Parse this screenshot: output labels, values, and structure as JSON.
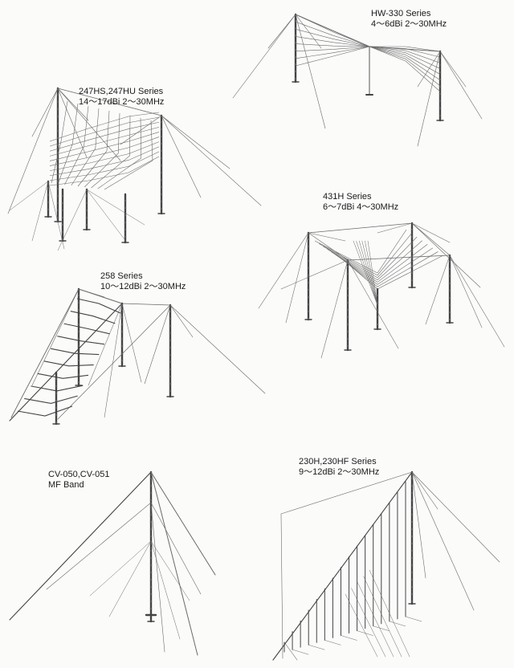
{
  "antennas": [
    {
      "id": "hw330",
      "series": "HW-330 Series",
      "spec": "4～6dBi 2～30MHz"
    },
    {
      "id": "s247",
      "series": "247HS,247HU Series",
      "spec": "14～17dBi 2～30MHz"
    },
    {
      "id": "s431",
      "series": "431H Series",
      "spec": "6～7dBi 4～30MHz"
    },
    {
      "id": "s258",
      "series": "258 Series",
      "spec": "10～12dBi 2～30MHz"
    },
    {
      "id": "cv050",
      "series": "CV-050,CV-051",
      "spec": "MF Band"
    },
    {
      "id": "s230",
      "series": "230H,230HF Series",
      "spec": "9～12dBi 2～30MHz"
    }
  ],
  "colors": {
    "wire": "#6a6a6a",
    "mast": "#444444",
    "background": "#fbfbfa"
  }
}
